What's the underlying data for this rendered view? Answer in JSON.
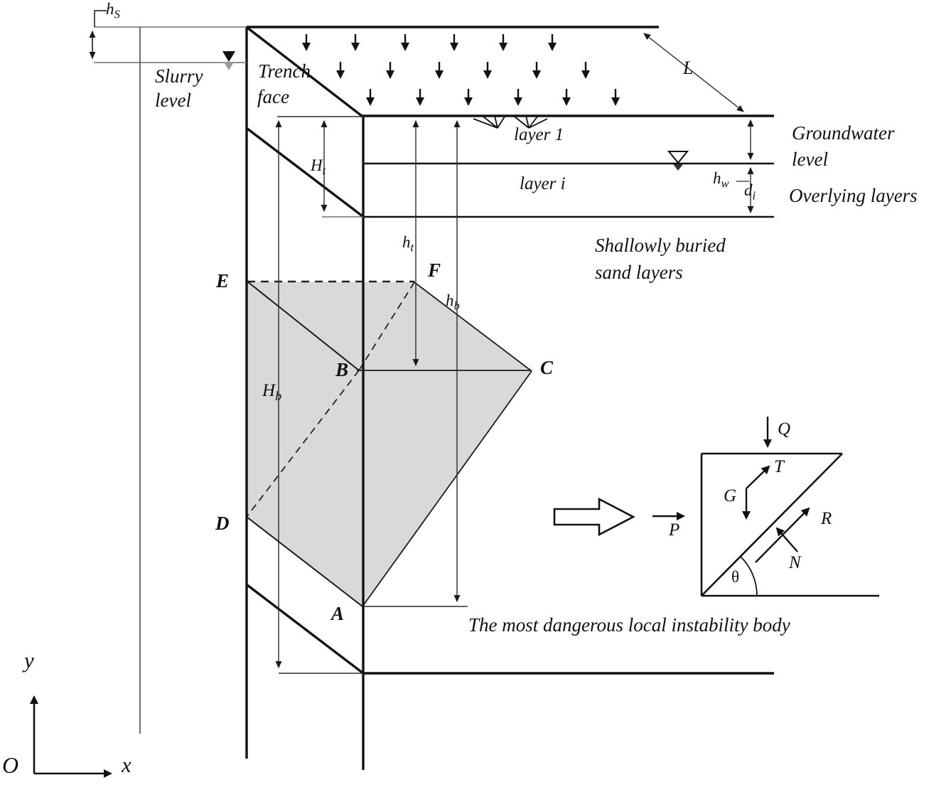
{
  "figure": {
    "caption": "The most dangerous local instability body",
    "annotations": {
      "slurry": [
        "Slurry",
        "level"
      ],
      "trench": [
        "Trench",
        "face"
      ],
      "groundwater": [
        "Groundwater",
        "level"
      ],
      "overlying": "Overlying layers",
      "sand": [
        "Shallowly buried",
        "sand layers"
      ],
      "layer1": "layer 1",
      "layeri": "layer i"
    },
    "dimensions": {
      "hs": {
        "base": "h",
        "sub": "S"
      },
      "Ht": {
        "base": "H",
        "sub": "t"
      },
      "ht": {
        "base": "h",
        "sub": "t"
      },
      "hb": {
        "base": "h",
        "sub": "b"
      },
      "Hb": {
        "base": "H",
        "sub": "b"
      },
      "hw": {
        "base": "h",
        "sub": "w"
      },
      "di": {
        "base": "d",
        "sub": "i"
      },
      "L": "L"
    },
    "vertices": {
      "E": "E",
      "F": "F",
      "B": "B",
      "C": "C",
      "D": "D",
      "A": "A"
    },
    "forces": {
      "Q": "Q",
      "T": "T",
      "G": "G",
      "R": "R",
      "N": "N",
      "P": "P",
      "theta": "θ"
    },
    "axes": {
      "origin": "O",
      "x": "x",
      "y": "y"
    },
    "colors": {
      "line": "#121212",
      "dim": "#2b2b2b",
      "thin": "#6f6f6f",
      "body_fill": "#d9d9d9",
      "background": "#ffffff"
    }
  }
}
